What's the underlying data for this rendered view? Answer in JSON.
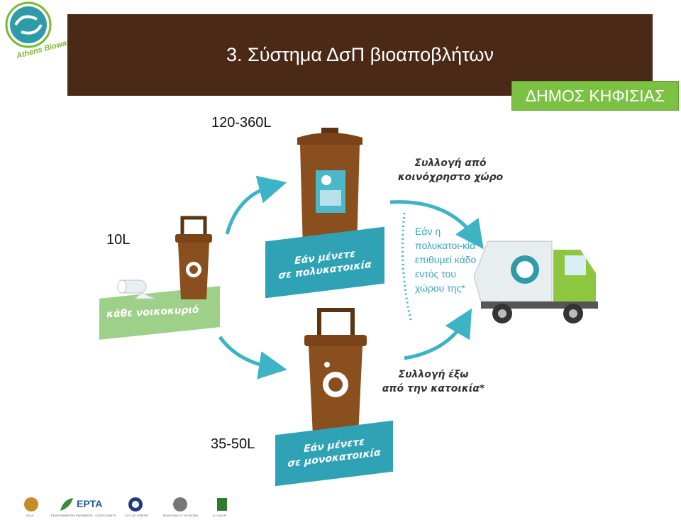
{
  "slide": {
    "title": "3. Σύστημα ΔσΠ βιοαποβλήτων",
    "logo_text": "Athens Biowaste",
    "municipality_badge": "ΔΗΜΟΣ ΚΗΦΙΣΙΑΣ"
  },
  "sizes": {
    "large": "120-360L",
    "small": "10L",
    "medium": "35-50L"
  },
  "banners": {
    "household": "κάθε νοικοκυριό",
    "multi_line1": "Εάν μένετε",
    "multi_line2": "σε πολυκατοικία",
    "mono_line1": "Εάν μένετε",
    "mono_line2": "σε μονοκατοικία"
  },
  "notes": {
    "collect_common_line1": "Συλλογή από",
    "collect_common_line2": "κοινόχρηστο χώρο",
    "collect_outside_line1": "Συλλογή έξω",
    "collect_outside_line2": "από την κατοικία*",
    "condition": "Εάν η πολυκατοι-κία επιθυμεί κάδο εντός του χώρου της*"
  },
  "footer": {
    "labels": [
      "NTUA",
      "ENVIRONMENTAL ENGINEERS - CONSULTANTS",
      "CITY OF ATHENS",
      "MUNICIPALITY OF KIFISIA",
      "A.C.M.A.R."
    ],
    "epta": "EPTA"
  },
  "colors": {
    "title_bar": "#4a2a17",
    "badge_green": "#7cc143",
    "banner_teal": "#2fa3b5",
    "bin_brown": "#8a4f1e",
    "arrow_teal": "#3db3c6"
  }
}
